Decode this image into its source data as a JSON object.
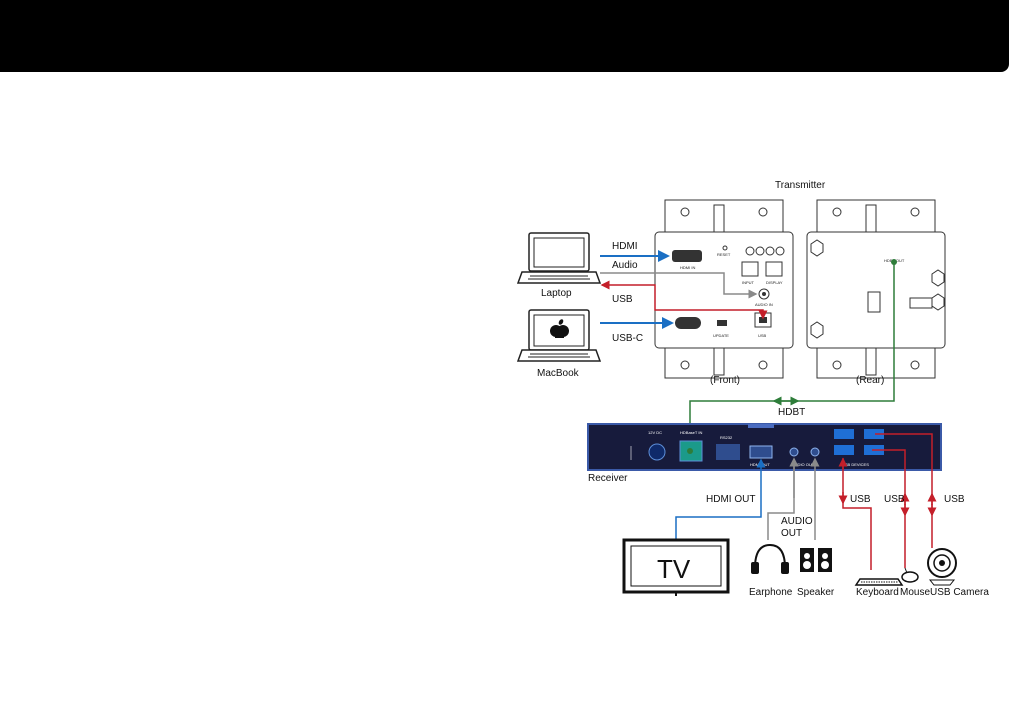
{
  "title": "Transmitter",
  "front_label": "(Front)",
  "rear_label": "(Rear)",
  "receiver_label": "Receiver",
  "sources": {
    "laptop": "Laptop",
    "macbook": "MacBook"
  },
  "connections": {
    "hdmi": "HDMI",
    "audio": "Audio",
    "usb": "USB",
    "usbc": "USB-C",
    "hdbt": "HDBT",
    "hdmi_out": "HDMI OUT",
    "audio_out_line1": "AUDIO",
    "audio_out_line2": "OUT",
    "usb1": "USB",
    "usb2": "USB",
    "usb3": "USB"
  },
  "devices": {
    "tv_screen": "TV",
    "earphone": "Earphone",
    "speaker": "Speaker",
    "keyboard": "Keyboard",
    "mouse": "Mouse",
    "usb_camera": "USB Camera"
  },
  "panel_text": {
    "hdmi_in": "HDMI IN",
    "reset": "RESET",
    "input": "INPUT",
    "display": "DISPLAY",
    "audio_in": "AUDIO IN",
    "usb": "USB",
    "update": "UPDATE",
    "hdbt_out": "HDBT OUT",
    "rx_power": "12V DC",
    "rx_hdbt_in": "HDBaseT IN",
    "rx_rs232": "RS232",
    "rx_hdmi_out": "HDMI OUT",
    "rx_audio_out": "AUDIO OUT",
    "rx_usb_devices": "USB DEVICES"
  },
  "colors": {
    "hdmi": "#1a6fc4",
    "audio": "#8a8a8a",
    "usb": "#c41f2a",
    "hdbt": "#2e7d3a",
    "header": "#000000"
  }
}
